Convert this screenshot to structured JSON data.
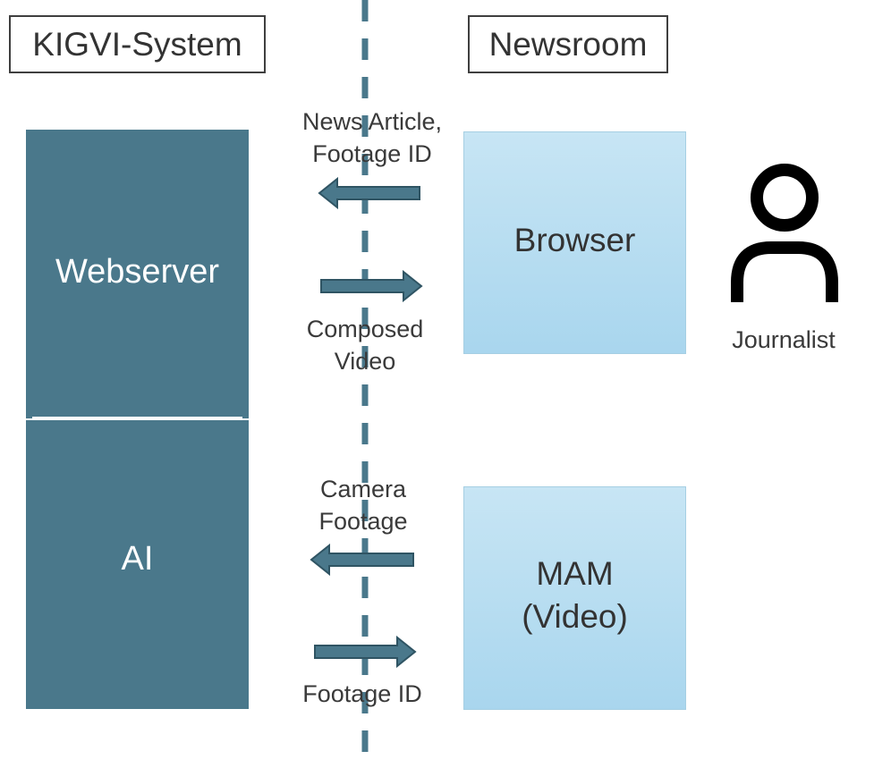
{
  "headers": {
    "left": "KIGVI-System",
    "right": "Newsroom"
  },
  "kigvi": {
    "webserver": "Webserver",
    "ai": "AI"
  },
  "newsroom": {
    "browser": "Browser",
    "mam_line1": "MAM",
    "mam_line2": "(Video)"
  },
  "actor": {
    "label": "Journalist",
    "icon": "person-icon"
  },
  "flows": {
    "top_left_line1": "News Article,",
    "top_left_line2": "Footage ID",
    "top_right_line1": "Composed",
    "top_right_line2": "Video",
    "bottom_left_line1": "Camera",
    "bottom_left_line2": "Footage",
    "bottom_right": "Footage ID"
  },
  "colors": {
    "kigvi_block": "#4a788b",
    "newsroom_block": "#b6ddf0",
    "arrow": "#4a788b",
    "divider": "#4a788b"
  }
}
